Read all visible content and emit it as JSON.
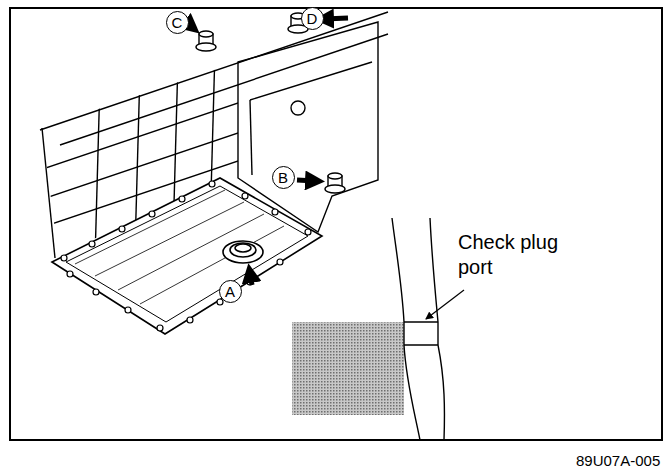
{
  "diagram": {
    "nodes": [
      {
        "text": [
          "C"
        ]
      },
      {
        "text": [
          "D"
        ]
      },
      {
        "text": [
          "B"
        ]
      },
      {
        "text": [
          "A"
        ]
      }
    ],
    "labels": [
      "Check plug port",
      "89U07A-005"
    ]
  }
}
